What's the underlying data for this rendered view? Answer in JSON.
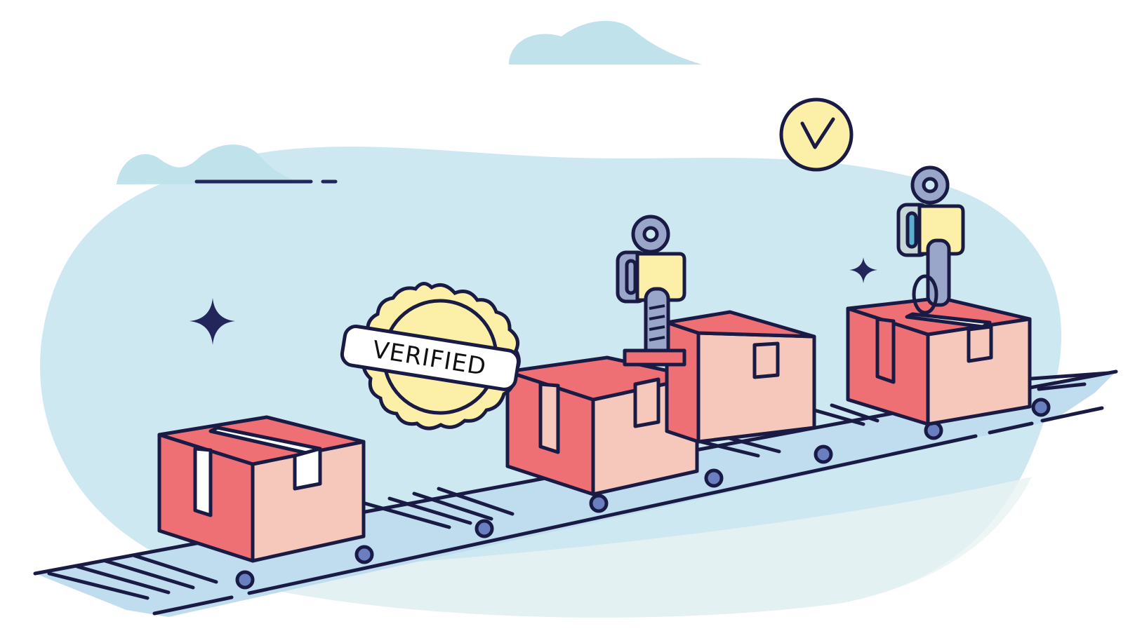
{
  "illustration": {
    "subject": "Packages on a conveyor belt being scanned and verified",
    "badge": {
      "label": "VERIFIED",
      "fill": "#FCF0A8"
    },
    "check_badge": {
      "icon": "checkmark-icon",
      "fill": "#FCF0A8"
    },
    "colors": {
      "background": "#FFFFFF",
      "blob": "#CDE8F1",
      "cloud": "#BFE2EB",
      "outline": "#1A1B45",
      "box_dark": "#EE7074",
      "box_light": "#F6C8BB",
      "tape": "#FFFFFF",
      "belt": "#BFDDEF",
      "roller": "#6A7FC0",
      "scanner_body": "#FCF0A8",
      "scanner_metal": "#9AA6C9"
    },
    "boxes": [
      {
        "name": "box-1",
        "position": "front-left"
      },
      {
        "name": "box-2",
        "position": "center"
      },
      {
        "name": "box-3",
        "position": "center-right"
      },
      {
        "name": "box-4",
        "position": "back-right"
      }
    ],
    "scanners": [
      {
        "name": "scanner-1",
        "position": "center"
      },
      {
        "name": "scanner-2",
        "position": "right"
      }
    ]
  }
}
